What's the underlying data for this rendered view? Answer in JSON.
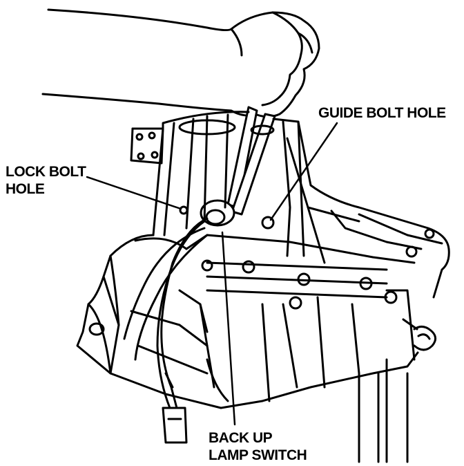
{
  "labels": {
    "lock_bolt_line1": "LOCK BOLT",
    "lock_bolt_line2": "HOLE",
    "guide_bolt": "GUIDE BOLT HOLE",
    "back_up_line1": "BACK UP",
    "back_up_line2": "LAMP SWITCH"
  },
  "colors": {
    "ink": "#000000",
    "paper": "#ffffff"
  }
}
